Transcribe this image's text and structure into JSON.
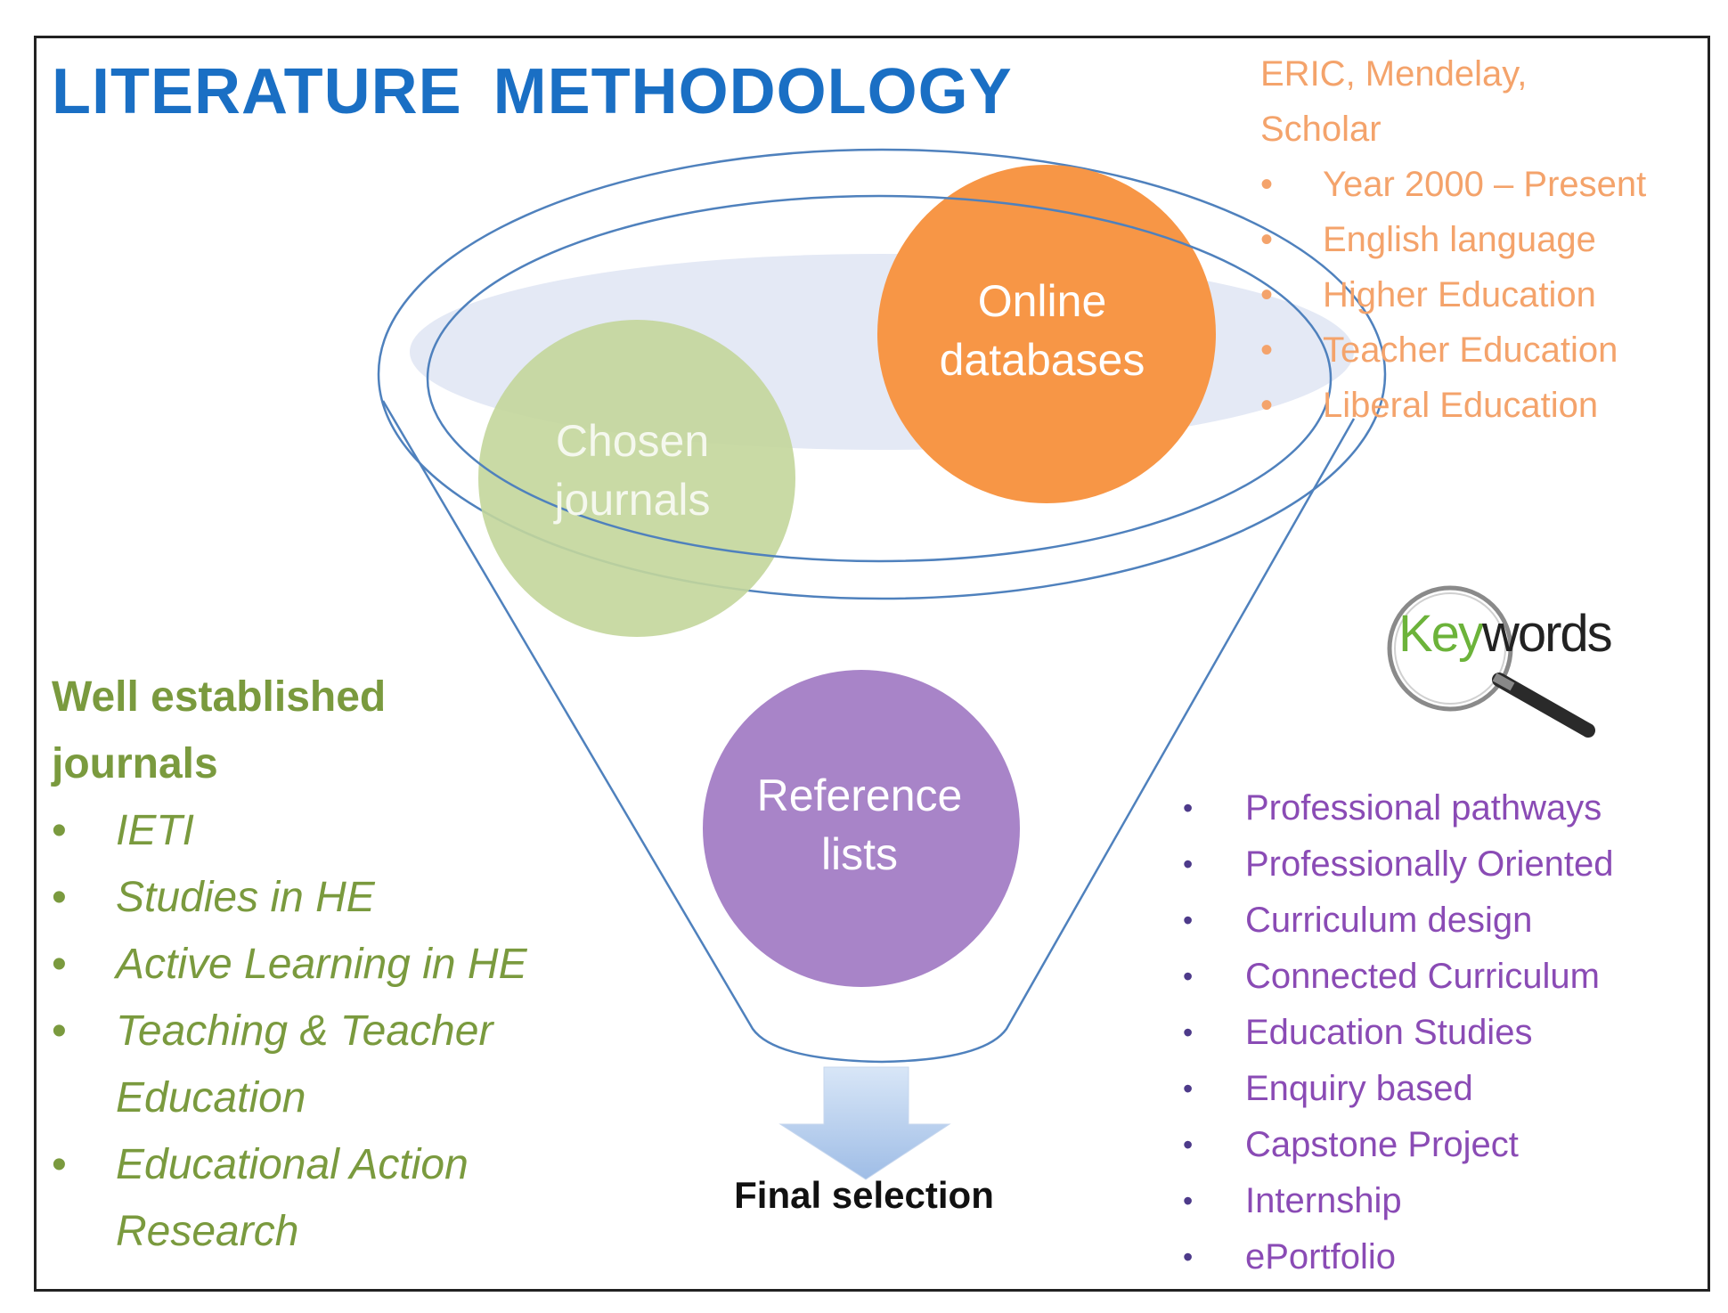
{
  "title": "LITERATURE METHODOLOGY",
  "funnel": {
    "circles": {
      "online_databases": "Online databases",
      "chosen_journals": "Chosen journals",
      "reference_lists": "Reference lists"
    },
    "output_label": "Final selection"
  },
  "databases_note": {
    "heading": "ERIC, Mendelay, Scholar",
    "criteria": [
      "Year 2000 – Present",
      "English language",
      "Higher Education",
      "Teacher Education",
      "Liberal Education"
    ]
  },
  "journals_note": {
    "heading": "Well established journals",
    "items": [
      "IETI",
      "Studies in HE",
      "Active Learning in HE",
      "Teaching & Teacher Education",
      "Educational Action Research"
    ]
  },
  "keywords_graphic": {
    "part1": "Key",
    "part2": "words",
    "icon": "magnifying-glass-icon"
  },
  "keywords": [
    "Professional pathways",
    "Professionally Oriented",
    "Curriculum design",
    "Connected Curriculum",
    "Education Studies",
    "Enquiry based",
    "Capstone Project",
    "Internship",
    "ePortfolio"
  ],
  "colors": {
    "title": "#1a6fc4",
    "databases": "#f79646",
    "journals": "#c3d69b",
    "reference": "#a884c8",
    "funnel_line": "#4f81bd",
    "left_text": "#7a9a3e",
    "right_top_text": "#f4a36b",
    "right_bottom_text": "#8a4bb5"
  }
}
